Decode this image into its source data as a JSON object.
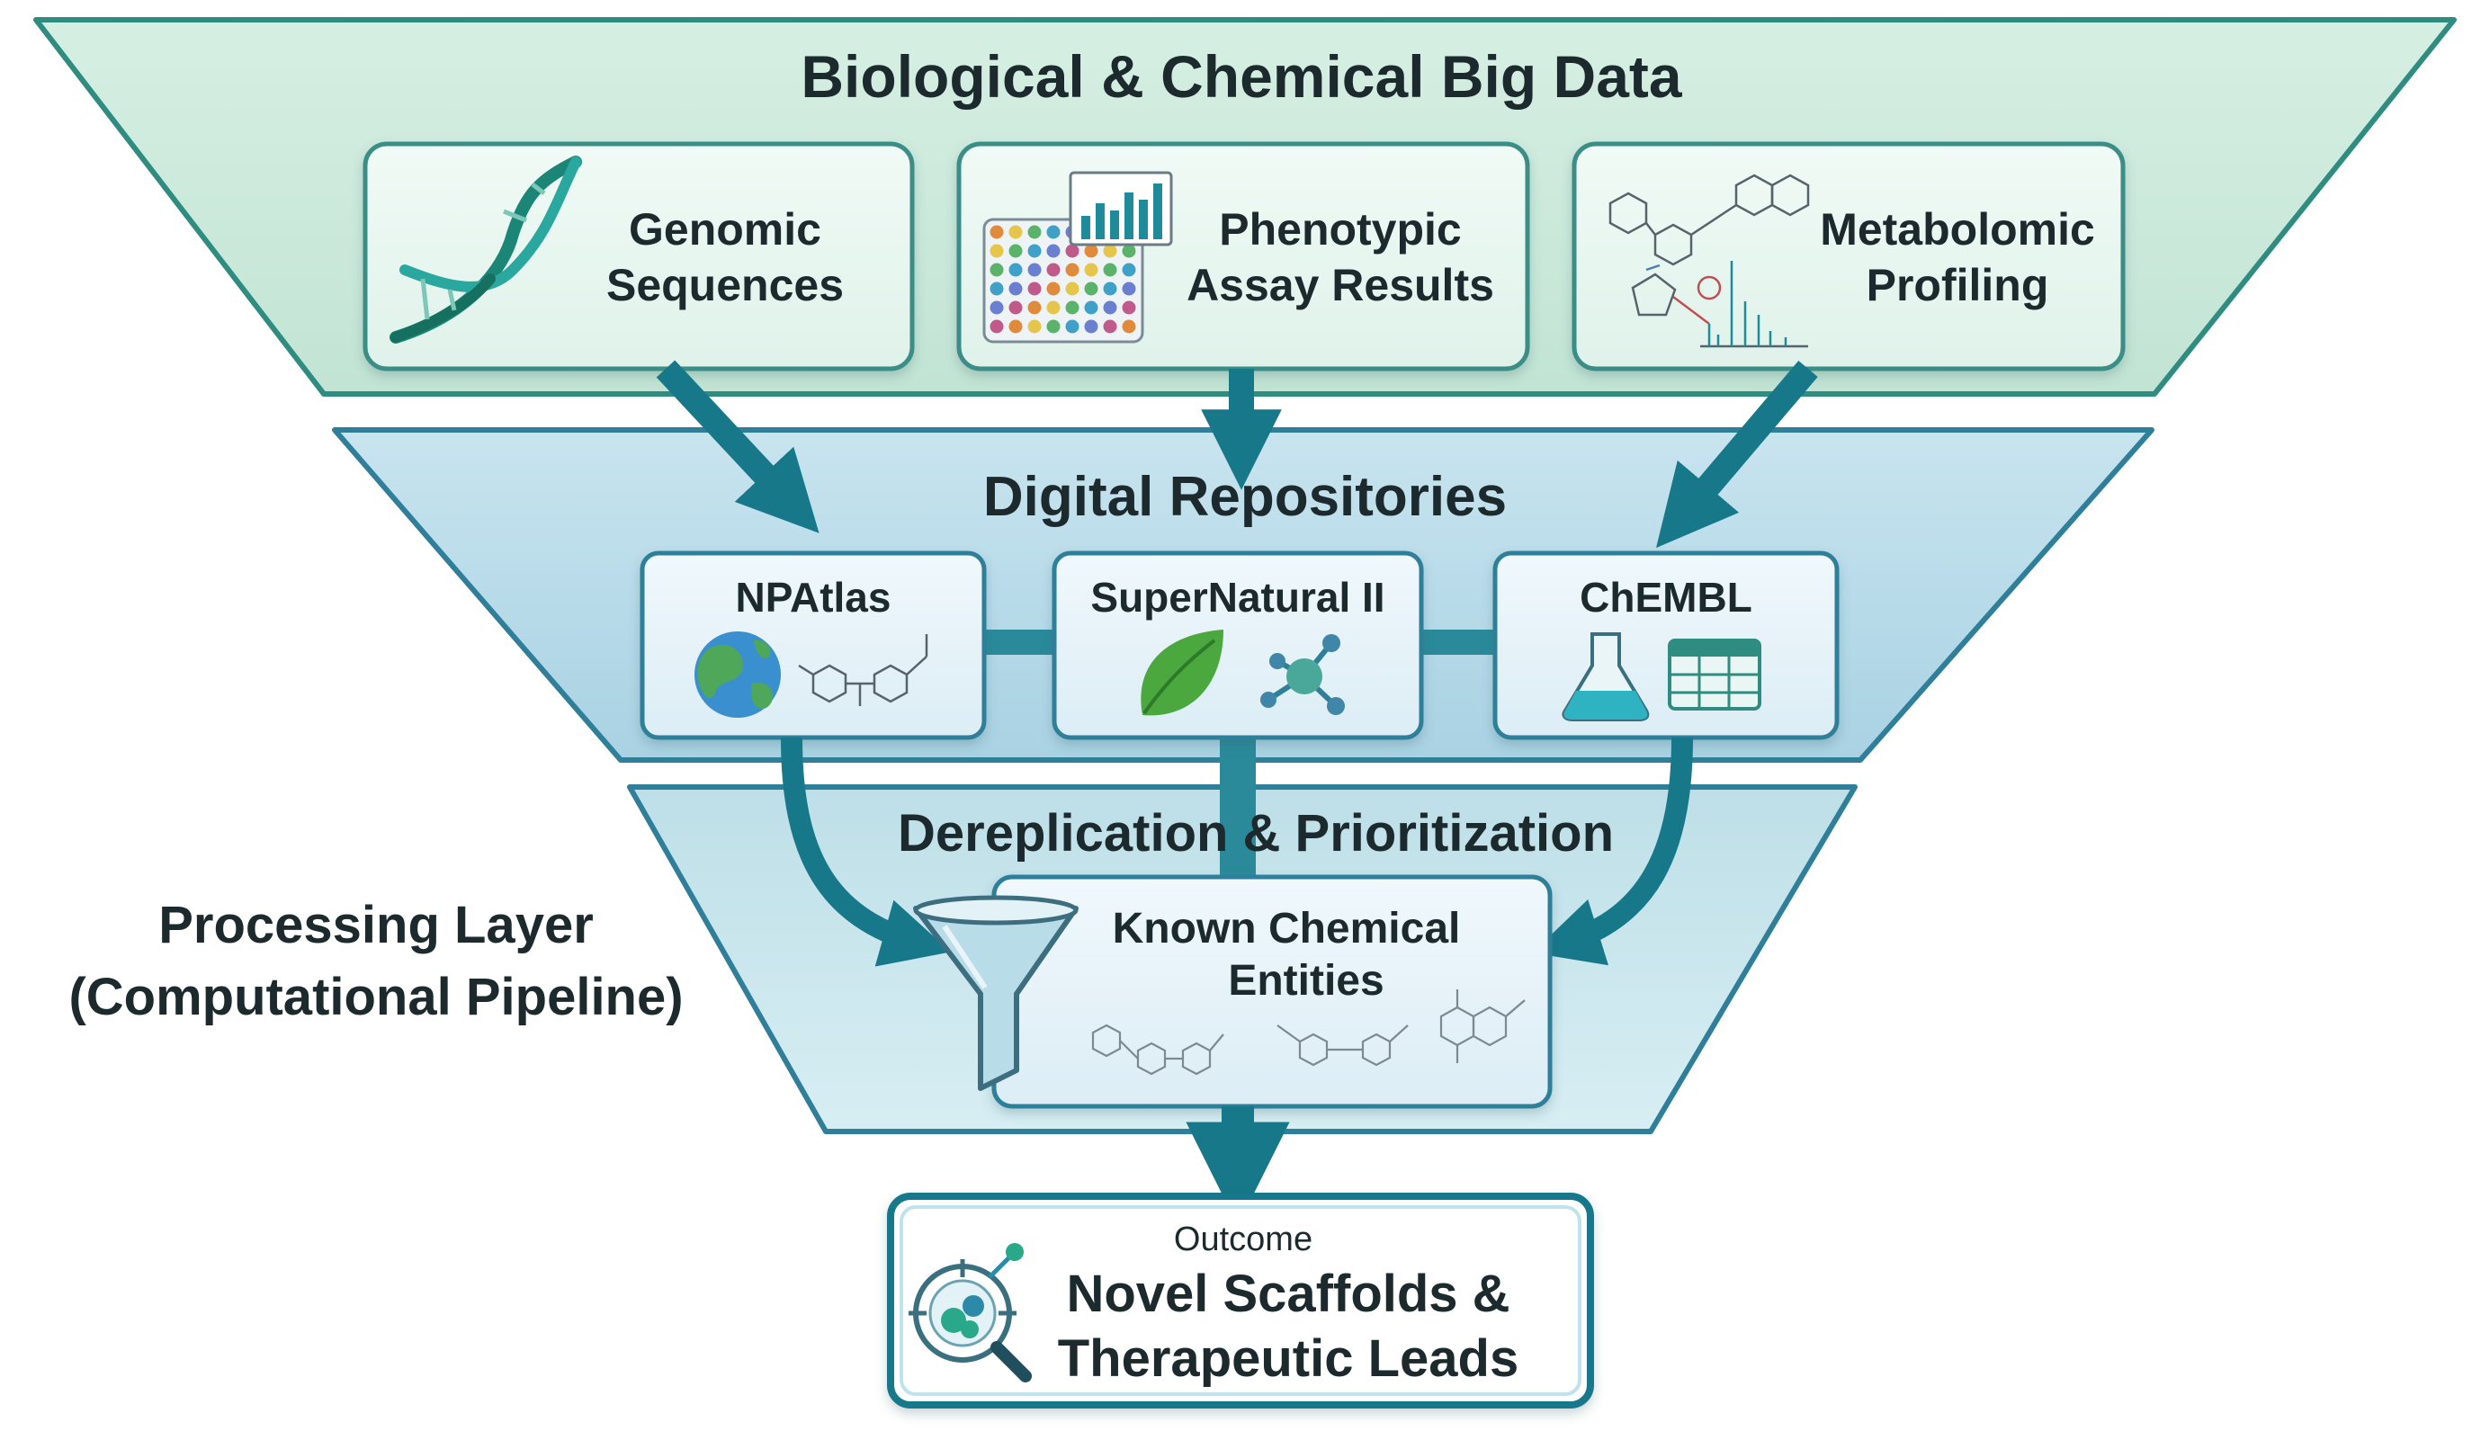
{
  "diagram": {
    "title_top": "Biological & Chemical Big Data",
    "title_mid": "Digital Repositories",
    "title_low": "Dereplication & Prioritization",
    "side_label": [
      "Processing Layer",
      "(Computational Pipeline)"
    ],
    "sources": [
      {
        "lines": [
          "Genomic",
          "Sequences"
        ],
        "icon": "dna-helix-icon"
      },
      {
        "lines": [
          "Phenotypic",
          "Assay Results"
        ],
        "icon": "assay-plate-icon"
      },
      {
        "lines": [
          "Metabolomic",
          "Profiling"
        ],
        "icon": "molecule-spectrum-icon"
      }
    ],
    "repositories": [
      {
        "name": "NPAtlas",
        "icons": [
          "globe-icon",
          "molecule-icon"
        ]
      },
      {
        "name": "SuperNatural II",
        "icons": [
          "leaf-icon",
          "network-icon"
        ]
      },
      {
        "name": "ChEMBL",
        "icons": [
          "flask-icon",
          "table-icon"
        ]
      }
    ],
    "filter": {
      "lines": [
        "Known Chemical",
        "Entities"
      ],
      "icon": "funnel-icon"
    },
    "outcome": {
      "caption": "Outcome",
      "lines": [
        "Novel Scaffolds &",
        "Therapeutic Leads"
      ],
      "icon": "magnifier-target-icon"
    },
    "colors": {
      "top_layer": "#cfe9dc",
      "mid_layer": "#b9dbe8",
      "low_layer": "#c6e2ea",
      "arrow": "#17788a",
      "box_border": "#2e8a86",
      "text": "#1c2a2e"
    }
  }
}
